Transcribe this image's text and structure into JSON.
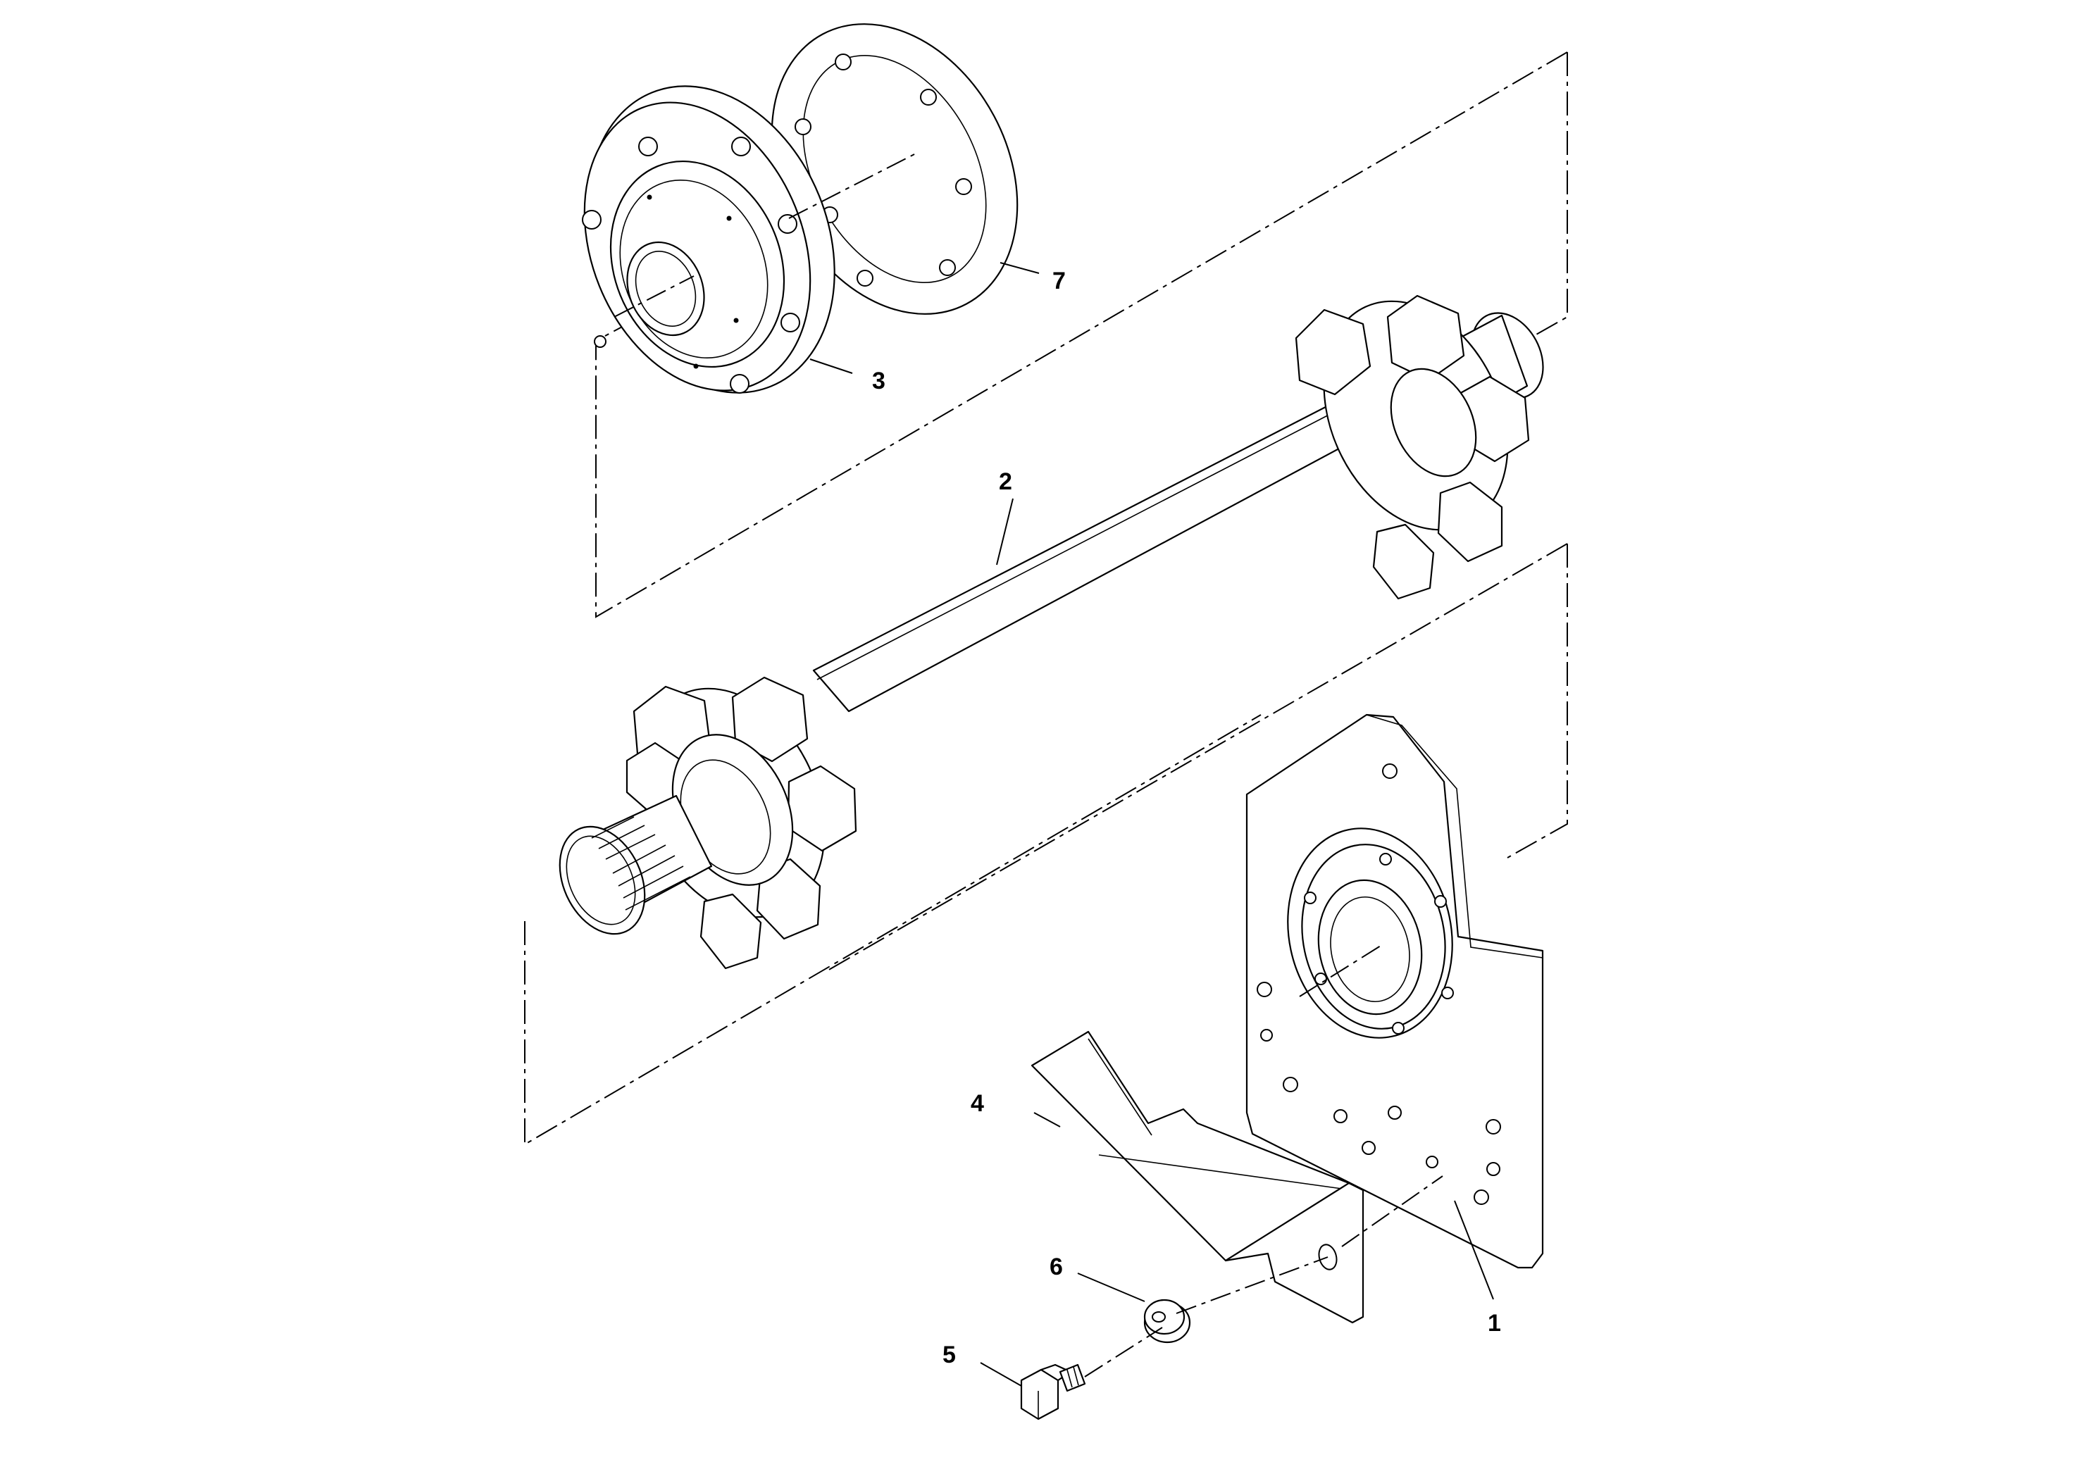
{
  "callouts": [
    {
      "id": "c1",
      "label": "1"
    },
    {
      "id": "c2",
      "label": "2"
    },
    {
      "id": "c3",
      "label": "3"
    },
    {
      "id": "c4",
      "label": "4"
    },
    {
      "id": "c5",
      "label": "5"
    },
    {
      "id": "c6",
      "label": "6"
    },
    {
      "id": "c7",
      "label": "7"
    }
  ],
  "colors": {
    "line": "#000000",
    "background": "#ffffff"
  }
}
